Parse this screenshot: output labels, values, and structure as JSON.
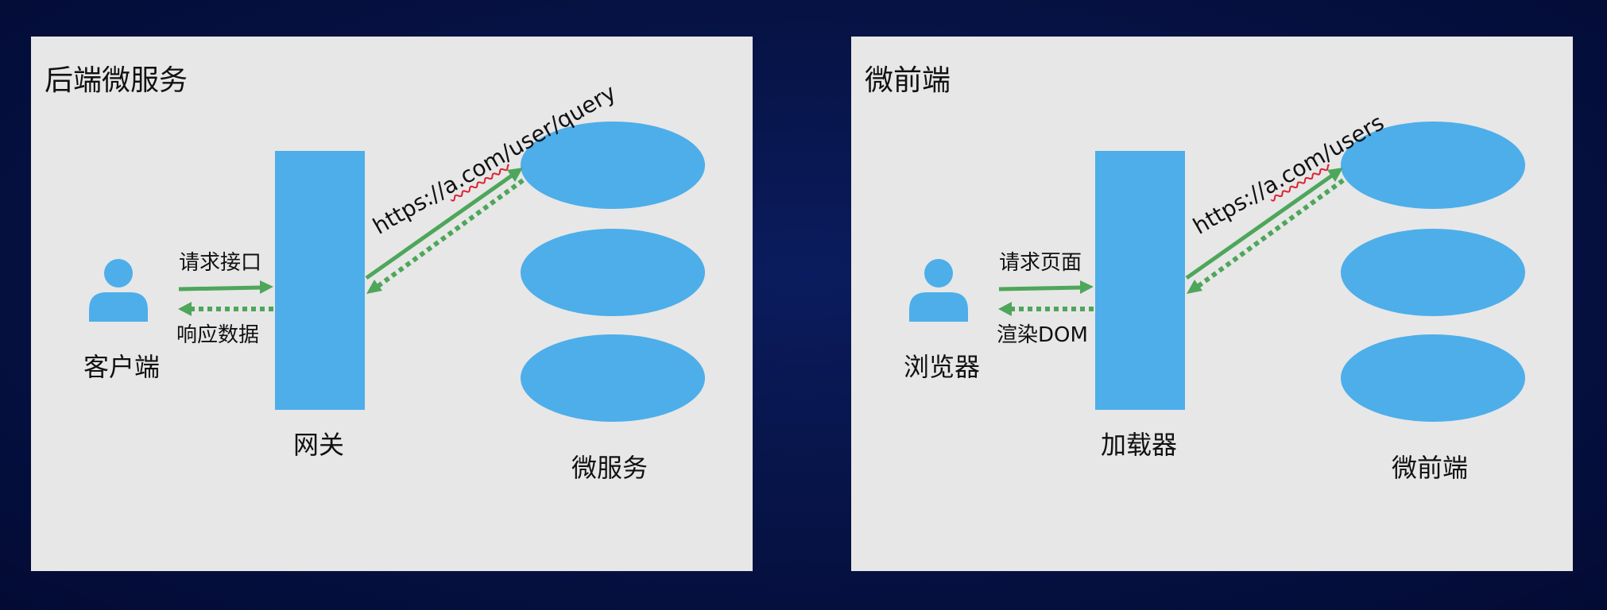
{
  "colors": {
    "background": "#061247",
    "panel": "#e7e7e7",
    "shape_blue": "#4daeea",
    "arrow_green": "#4ea65a"
  },
  "left_panel": {
    "title": "后端微服务",
    "client_label": "客户端",
    "request_label": "请求接口",
    "response_label": "响应数据",
    "middle_label": "网关",
    "url_prefix": "https://",
    "url_marked": "a.com",
    "url_suffix": "/user/query",
    "services_label": "微服务"
  },
  "right_panel": {
    "title": "微前端",
    "client_label": "浏览器",
    "request_label": "请求页面",
    "response_label": "渲染DOM",
    "middle_label": "加载器",
    "url_prefix": "https://",
    "url_marked": "a.com",
    "url_suffix": "/users",
    "services_label": "微前端"
  },
  "icons": {
    "user": "user-icon"
  }
}
